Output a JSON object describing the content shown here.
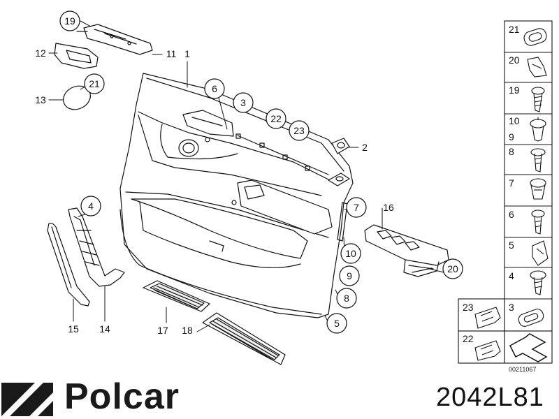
{
  "labels": {
    "l1": "1",
    "l2": "2",
    "l3": "3",
    "l4": "4",
    "l5": "5",
    "l6": "6",
    "l7": "7",
    "l8": "8",
    "l9": "9",
    "l10": "10",
    "l11": "11",
    "l12": "12",
    "l13": "13",
    "l14": "14",
    "l15": "15",
    "l16": "16",
    "l17": "17",
    "l18": "18",
    "l19": "19",
    "l20": "20",
    "l21": "21",
    "l22": "22",
    "l23": "23"
  },
  "legend": {
    "r21": "21",
    "r20": "20",
    "r19": "19",
    "r10": "10",
    "r9": "9",
    "r8": "8",
    "r7": "7",
    "r6": "6",
    "r5": "5",
    "r4": "4",
    "r23": "23",
    "r3": "3",
    "r22": "22"
  },
  "doc_id": "00211067",
  "brand": {
    "name": "Polcar",
    "color": "#1a1a1a"
  },
  "part_number": "2042L81"
}
